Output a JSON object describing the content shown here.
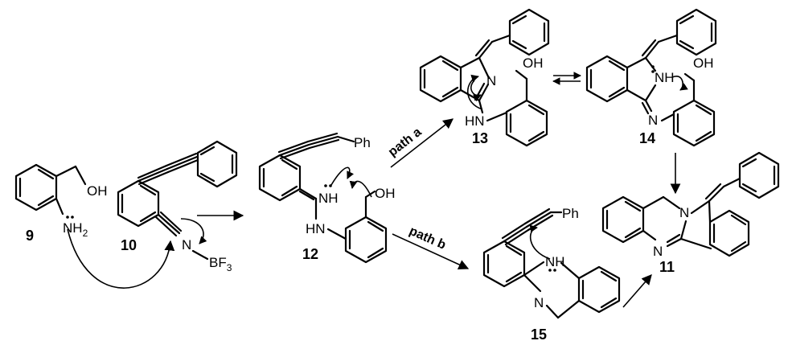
{
  "compounds": {
    "c9": "9",
    "c10": "10",
    "c11": "11",
    "c12": "12",
    "c13": "13",
    "c14": "14",
    "c15": "15"
  },
  "atoms": {
    "oh_9": "OH",
    "nh2_9": "NH",
    "nh2_9_sub": "2",
    "n_10": "N",
    "bf3": "BF",
    "bf3_sub": "3",
    "nh_12": "NH",
    "oh_12": "OH",
    "hn_12": "HN",
    "ph_12": "Ph",
    "n_13": "N",
    "hn_13": "HN",
    "oh_13": "OH",
    "nh_14": "NH",
    "oh_14": "OH",
    "n_14": "N",
    "n_11a": "N",
    "n_11b": "N",
    "ph_15": "Ph",
    "nh_15": "NH",
    "n_15": "N"
  },
  "paths": {
    "a": "path a",
    "b": "path b"
  },
  "colors": {
    "ink": "#000000",
    "background": "#ffffff"
  }
}
